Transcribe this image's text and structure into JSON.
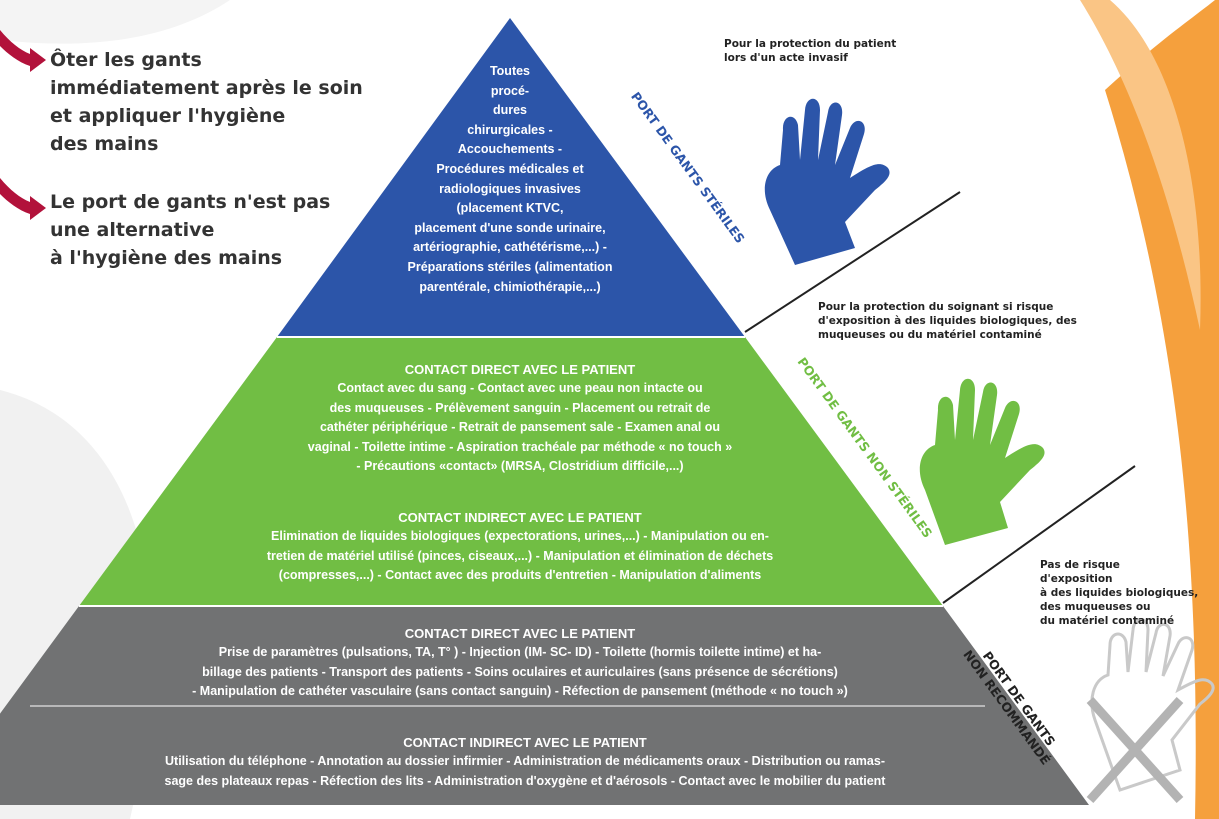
{
  "bullets": [
    "Ôter les gants\nimmédiatement après le soin\net appliquer l'hygiène\ndes mains",
    "Le port de gants n'est pas\nune alternative\nà l'hygiène des mains"
  ],
  "colors": {
    "blue": "#2c55a9",
    "green": "#71be44",
    "gray": "#717273",
    "arrow": "#b2123b",
    "orange": "#f5a03d"
  },
  "tiers": {
    "sterile": {
      "label": "PORT DE GANTS STÉRILES",
      "text": "Toutes\nprocé-\ndures\nchirurgicales -\nAccouchements -\nProcédures médicales et\nradiologiques invasives\n(placement KTVC,\nplacement d'une sonde urinaire,\nartériographie, cathétérisme,...) -\nPréparations stériles (alimentation\nparentérale, chimiothérapie,...)",
      "note": "Pour la protection du patient\nlors d'un acte invasif",
      "glove_icon": "blue-glove-icon"
    },
    "non_sterile": {
      "label": "PORT DE GANTS NON STÉRILES",
      "direct_heading": "CONTACT DIRECT AVEC LE PATIENT",
      "direct_text": "Contact avec du sang -  Contact avec une peau non intacte ou\ndes muqueuses - Prélèvement sanguin - Placement ou retrait de\ncathéter périphérique - Retrait de pansement sale - Examen anal ou\nvaginal - Toilette intime - Aspiration trachéale par méthode « no touch »\n- Précautions «contact» (MRSA, Clostridium difficile,...)",
      "indirect_heading": "CONTACT INDIRECT AVEC LE PATIENT",
      "indirect_text": "Elimination de liquides biologiques (expectorations, urines,...) - Manipulation ou en-\ntretien de matériel utilisé (pinces,  ciseaux,...) - Manipulation et élimination de déchets\n(compresses,...) - Contact avec des produits d'entretien - Manipulation d'aliments",
      "note": "Pour la protection du soignant si risque\nd'exposition à des liquides biologiques, des\nmuqueuses ou du matériel contaminé",
      "glove_icon": "green-glove-icon"
    },
    "not_recommended": {
      "label": "PORT DE GANTS\nNON RECOMMANDÉ",
      "direct_heading": "CONTACT DIRECT AVEC LE PATIENT",
      "direct_text": "Prise de paramètres (pulsations, TA, T° ) - Injection (IM- SC- ID) - Toilette (hormis toilette intime) et ha-\nbillage des patients - Transport des patients - Soins oculaires et auriculaires (sans présence de sécrétions)\n-  Manipulation de cathéter vasculaire  (sans contact sanguin) - Réfection de pansement (méthode « no touch »)",
      "indirect_heading": "CONTACT INDIRECT AVEC LE PATIENT",
      "indirect_text": "Utilisation du téléphone - Annotation au dossier infirmier - Administration de médicaments oraux - Distribution ou ramas-\nsage des plateaux repas - Réfection des lits - Administration d'oxygène  et d'aérosols - Contact avec le mobilier du patient",
      "note": "Pas de risque\nd'exposition\nà des liquides biologiques,\ndes muqueuses ou\ndu matériel contaminé",
      "glove_icon": "crossed-glove-icon"
    }
  }
}
